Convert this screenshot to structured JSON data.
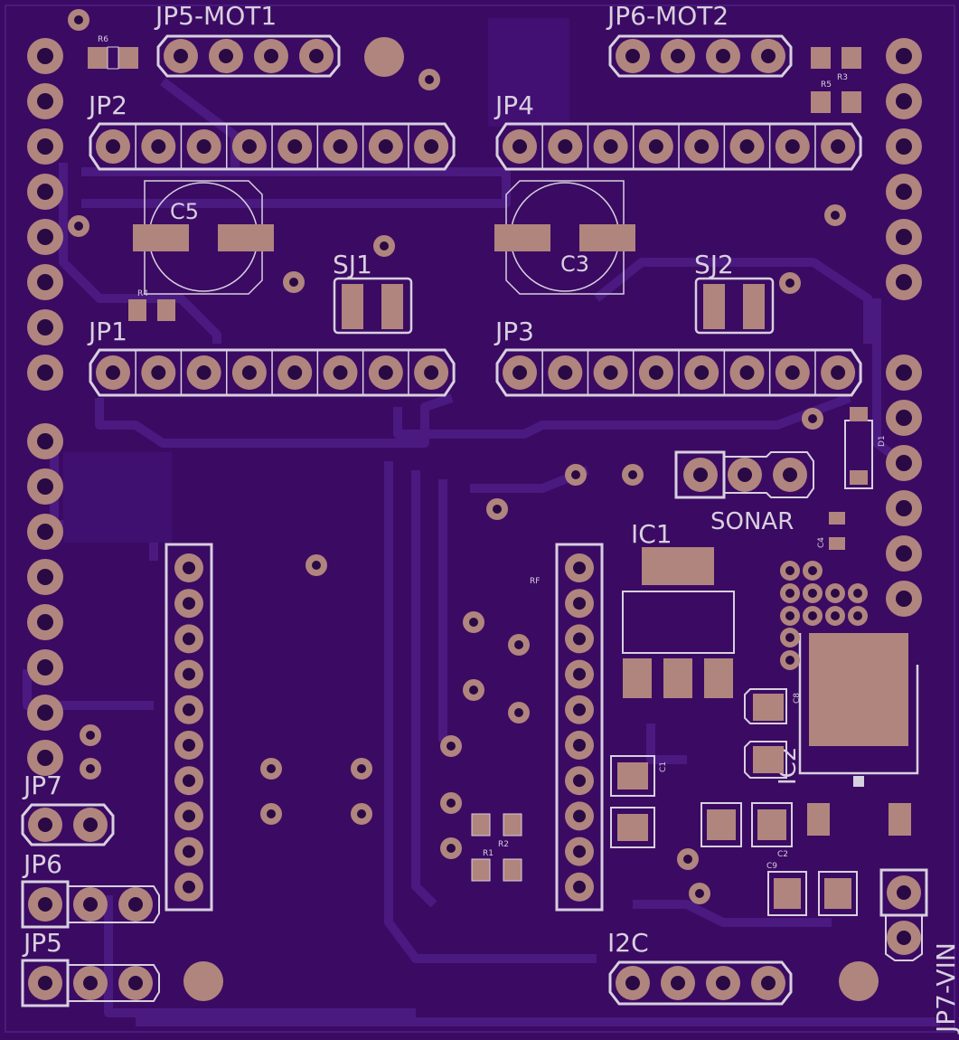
{
  "board": {
    "background": "#3b0a63",
    "copper_pour": "#4a1a80",
    "trace_color": "#451778",
    "pad_color": "#b0857e",
    "silk_color": "#d7d0df"
  },
  "labels": {
    "jp5_mot1": "JP5-MOT1",
    "jp6_mot2": "JP6-MOT2",
    "jp2": "JP2",
    "jp4": "JP4",
    "jp1": "JP1",
    "jp3": "JP3",
    "c5": "C5",
    "c3": "C3",
    "sj1": "SJ1",
    "sj2": "SJ2",
    "sonar": "SONAR",
    "ic1": "IC1",
    "ic2": "IC2",
    "i2c": "I2C",
    "jp7": "JP7",
    "jp6": "JP6",
    "jp5": "JP5",
    "jp7_vin": "JP7-VIN",
    "r6": "R6",
    "r3": "R3",
    "r5": "R5",
    "r4": "R4",
    "r1": "R1",
    "r2": "R2",
    "d1": "D1",
    "c4": "C4",
    "c1": "C1",
    "c2": "C2",
    "c8": "C8",
    "c9": "C9",
    "rf": "RF"
  }
}
